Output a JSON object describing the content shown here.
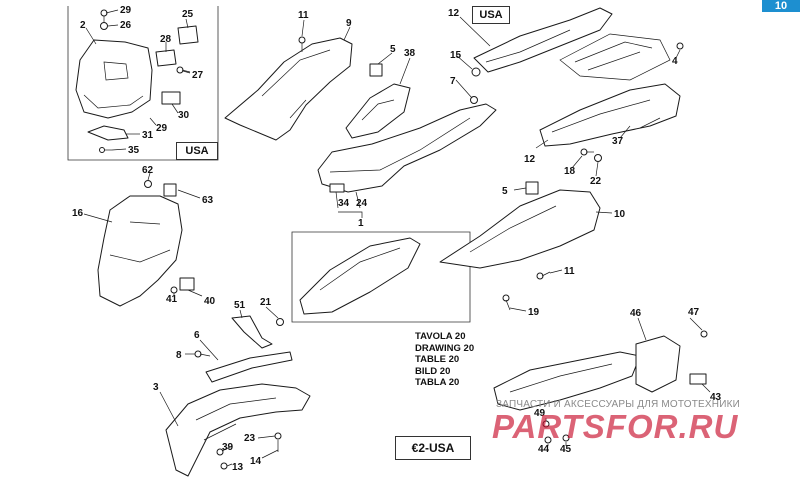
{
  "page_tab": "10",
  "labels": {
    "usa": "USA",
    "homologation": "€2-USA",
    "table_lines": [
      "TAVOLA 20",
      "DRAWING 20",
      "TABLE 20",
      "BILD 20",
      "TABLA 20"
    ]
  },
  "watermark": {
    "caption": "ЗАПЧАСТИ И АКСЕССУАРЫ ДЛЯ МОТОТЕХНИКИ",
    "brand": "PARTSFOR.RU",
    "color": "#c8102e"
  },
  "colors": {
    "tab": "#1d8fd0",
    "line": "#1a1a1a"
  },
  "callouts": {
    "c29a": "29",
    "c26": "26",
    "c25": "25",
    "c2": "2",
    "c28": "28",
    "c27": "27",
    "c30": "30",
    "c29b": "29",
    "c31": "31",
    "c35": "35",
    "c11a": "11",
    "c9": "9",
    "c5a": "5",
    "c38": "38",
    "c12a": "12",
    "c15": "15",
    "c7": "7",
    "c4": "4",
    "c12b": "12",
    "c37": "37",
    "c18": "18",
    "c22": "22",
    "c62": "62",
    "c63": "63",
    "c16": "16",
    "c41": "41",
    "c40": "40",
    "c34": "34",
    "c24": "24",
    "c1": "1",
    "c5b": "5",
    "c10": "10",
    "c11b": "11",
    "c19": "19",
    "c51": "51",
    "c21": "21",
    "c6": "6",
    "c8": "8",
    "c3": "3",
    "c39": "39",
    "c13": "13",
    "c23": "23",
    "c14": "14",
    "c46": "46",
    "c47": "47",
    "c43": "43",
    "c49": "49",
    "c44": "44",
    "c45": "45"
  }
}
